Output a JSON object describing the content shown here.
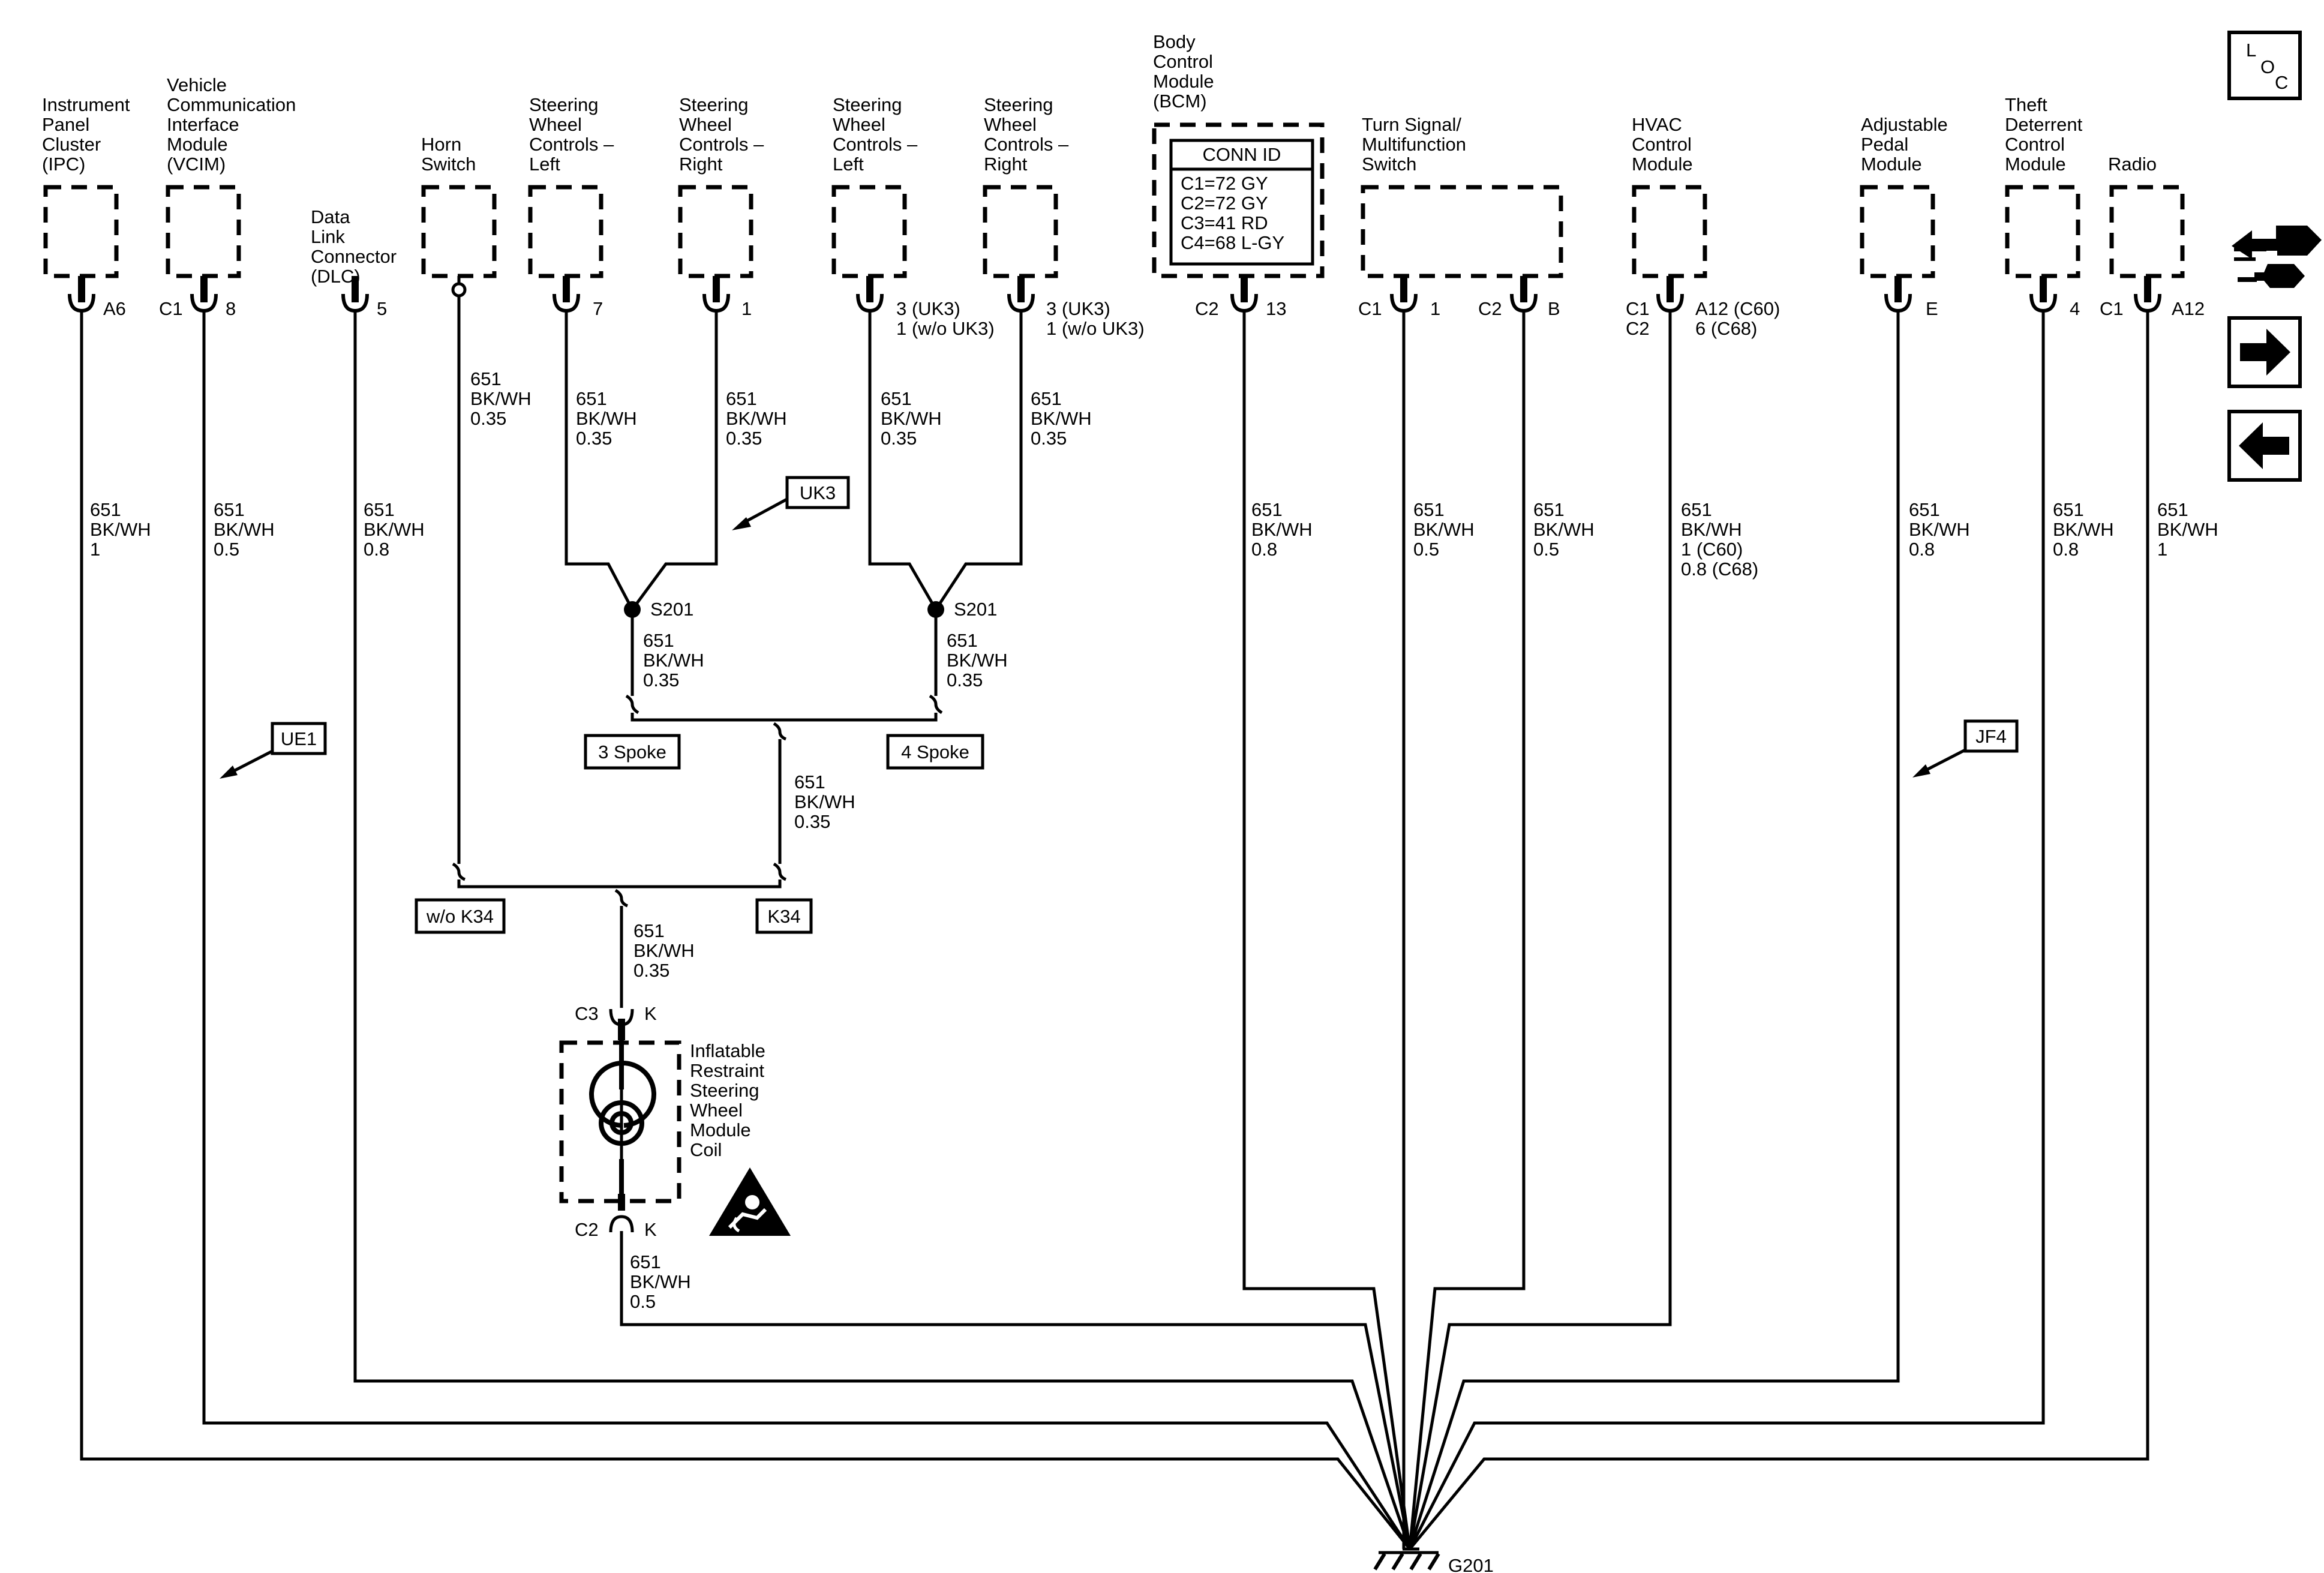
{
  "components": {
    "ipc": [
      "Instrument",
      "Panel",
      "Cluster",
      "(IPC)"
    ],
    "vcim": [
      "Vehicle",
      "Communication",
      "Interface",
      "Module",
      "(VCIM)"
    ],
    "dlc": [
      "Data",
      "Link",
      "Connector",
      "(DLC)"
    ],
    "horn": [
      "Horn",
      "Switch"
    ],
    "swc_left_3": [
      "Steering",
      "Wheel",
      "Controls –",
      "Left"
    ],
    "swc_right_3": [
      "Steering",
      "Wheel",
      "Controls –",
      "Right"
    ],
    "swc_left_4": [
      "Steering",
      "Wheel",
      "Controls –",
      "Left"
    ],
    "swc_right_4": [
      "Steering",
      "Wheel",
      "Controls –",
      "Right"
    ],
    "bcm": [
      "Body",
      "Control",
      "Module",
      "(BCM)"
    ],
    "turn_signal": [
      "Turn Signal/",
      "Multifunction",
      "Switch"
    ],
    "hvac": [
      "HVAC",
      "Control",
      "Module"
    ],
    "pedal": [
      "Adjustable",
      "Pedal",
      "Module"
    ],
    "theft": [
      "Theft",
      "Deterrent",
      "Control",
      "Module"
    ],
    "radio": [
      "Radio"
    ],
    "coil": [
      "Inflatable",
      "Restraint",
      "Steering",
      "Wheel",
      "Module",
      "Coil"
    ]
  },
  "conn_id": {
    "title": "CONN ID",
    "rows": [
      "C1=72 GY",
      "C2=72 GY",
      "C3=41 RD",
      "C4=68 L-GY"
    ]
  },
  "pins": {
    "ipc": "A6",
    "vcim_conn": "C1",
    "vcim": "8",
    "dlc": "5",
    "swc_left_3": "7",
    "swc_right_3": "1",
    "swc_left_4": [
      "3 (UK3)",
      "1 (w/o UK3)"
    ],
    "swc_right_4": [
      "3 (UK3)",
      "1 (w/o UK3)"
    ],
    "bcm_conn": "C2",
    "bcm": "13",
    "ts_conn1": "C1",
    "ts_pin1": "1",
    "ts_conn2": "C2",
    "ts_pin2": "B",
    "hvac_conn": [
      "C1",
      "C2"
    ],
    "hvac_pin": [
      "A12 (C60)",
      "6 (C68)"
    ],
    "pedal": "E",
    "theft": "4",
    "radio_conn": "C1",
    "radio": "A12",
    "coil_top_conn": "C3",
    "coil_top_pin": "K",
    "coil_bot_conn": "C2",
    "coil_bot_pin": "K"
  },
  "wires": {
    "ipc": [
      "651",
      "BK/WH",
      "1"
    ],
    "vcim": [
      "651",
      "BK/WH",
      "0.5"
    ],
    "dlc": [
      "651",
      "BK/WH",
      "0.8"
    ],
    "horn": [
      "651",
      "BK/WH",
      "0.35"
    ],
    "swc_left_3": [
      "651",
      "BK/WH",
      "0.35"
    ],
    "swc_right_3": [
      "651",
      "BK/WH",
      "0.35"
    ],
    "swc_left_4": [
      "651",
      "BK/WH",
      "0.35"
    ],
    "swc_right_4": [
      "651",
      "BK/WH",
      "0.35"
    ],
    "splice_3": [
      "651",
      "BK/WH",
      "0.35"
    ],
    "splice_4": [
      "651",
      "BK/WH",
      "0.35"
    ],
    "spoke_common": [
      "651",
      "BK/WH",
      "0.35"
    ],
    "k34_common": [
      "651",
      "BK/WH",
      "0.35"
    ],
    "coil_out": [
      "651",
      "BK/WH",
      "0.5"
    ],
    "bcm": [
      "651",
      "BK/WH",
      "0.8"
    ],
    "ts1": [
      "651",
      "BK/WH",
      "0.5"
    ],
    "ts2": [
      "651",
      "BK/WH",
      "0.5"
    ],
    "hvac": [
      "651",
      "BK/WH",
      "1 (C60)",
      "0.8 (C68)"
    ],
    "pedal": [
      "651",
      "BK/WH",
      "0.8"
    ],
    "theft": [
      "651",
      "BK/WH",
      "0.8"
    ],
    "radio": [
      "651",
      "BK/WH",
      "1"
    ]
  },
  "splices": {
    "left": "S201",
    "right": "S201"
  },
  "options": {
    "uk3": "UK3",
    "ue1": "UE1",
    "jf4": "JF4",
    "spoke3": "3 Spoke",
    "spoke4": "4 Spoke",
    "wok34": "w/o K34",
    "k34": "K34"
  },
  "ground": "G201",
  "nav": {
    "loc": [
      "L",
      "O",
      "C"
    ],
    "icons": [
      "harness-connector-icon",
      "arrow-right-icon",
      "arrow-left-icon"
    ]
  }
}
